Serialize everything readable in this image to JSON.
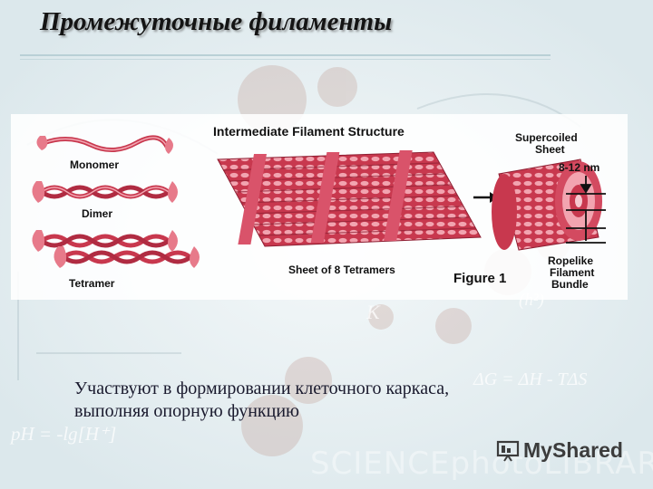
{
  "slide": {
    "title": "Промежуточные филаменты",
    "body_text": "Участвуют в формировании клеточного каркаса, выполняя опорную функцию"
  },
  "figure": {
    "heading": "Intermediate Filament Structure",
    "labels": {
      "monomer": "Monomer",
      "dimer": "Dimer",
      "tetramer": "Tetramer",
      "sheet": "Sheet of 8 Tetramers",
      "figure_num": "Figure 1",
      "supercoiled_1": "Supercoiled",
      "supercoiled_2": "Sheet",
      "diameter": "8-12 nm",
      "bundle_1": "Ropelike",
      "bundle_2": "Filament",
      "bundle_3": "Bundle"
    },
    "colors": {
      "filament": "#c8384e",
      "filament_light": "#f2a4b0",
      "ink": "#111111"
    }
  },
  "background": {
    "watermark": "SCIENCEphotoLIBRARY",
    "formulas": [
      "ΔG = ΔH - TΔS",
      "pH = -lg[H⁺]",
      "(h²)",
      "K"
    ]
  },
  "branding": {
    "logo_text": "MyShared",
    "logo_icon": "projector-screen-icon"
  }
}
